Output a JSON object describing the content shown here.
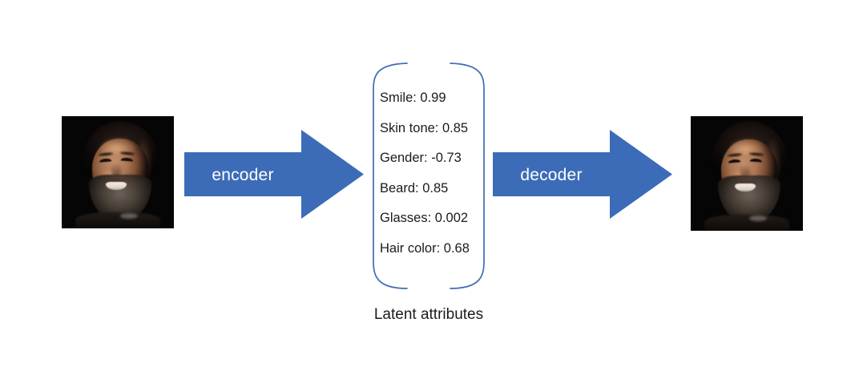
{
  "diagram": {
    "title_caption": "Latent attributes",
    "accent_color": "#3C6CB8",
    "bracket_color": "#3F6CB5",
    "text_color": "#1b1b1b",
    "background": "#ffffff"
  },
  "input_image": {
    "alt": "photograph of a smiling bearded man on a black background",
    "name": "input-face-photo"
  },
  "output_image": {
    "alt": "reconstructed photograph of a smiling bearded man on a black background",
    "name": "output-face-photo"
  },
  "encoder_arrow": {
    "label": "encoder"
  },
  "decoder_arrow": {
    "label": "decoder"
  },
  "latent": {
    "caption": "Latent attributes",
    "attributes": [
      {
        "name": "Smile",
        "value": "0.99",
        "text": "Smile: 0.99"
      },
      {
        "name": "Skin tone",
        "value": "0.85",
        "text": "Skin tone: 0.85"
      },
      {
        "name": "Gender",
        "value": "-0.73",
        "text": "Gender: -0.73"
      },
      {
        "name": "Beard",
        "value": "0.85",
        "text": "Beard: 0.85"
      },
      {
        "name": "Glasses",
        "value": "0.002",
        "text": "Glasses: 0.002"
      },
      {
        "name": "Hair color",
        "value": "0.68",
        "text": "Hair color: 0.68"
      }
    ]
  }
}
